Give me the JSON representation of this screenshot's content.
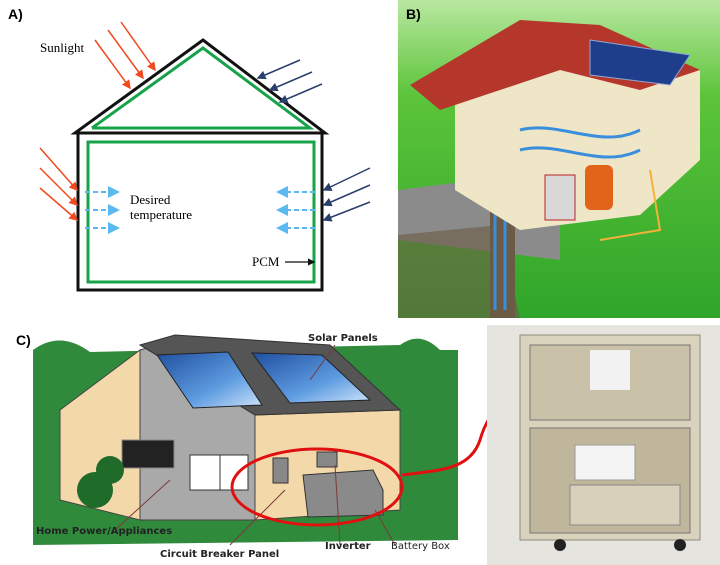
{
  "panels": {
    "a": {
      "tag": "A)",
      "labels": {
        "sunlight": "Sunlight",
        "desired": "Desired",
        "temperature": "temperature",
        "pcm": "PCM"
      },
      "colors": {
        "sun_arrow": "#f04a1e",
        "cold_arrow": "#2a3f6b",
        "pcm_line": "#16a34a",
        "air_arrow": "#5bb8f0"
      }
    },
    "b": {
      "tag": "B)"
    },
    "c": {
      "tag": "C)",
      "labels": {
        "solar_panels": "Solar Panels",
        "home_power": "Home Power/Appliances",
        "circuit_breaker": "Circuit Breaker Panel",
        "inverter": "Inverter",
        "battery_box": "Battery Box"
      },
      "colors": {
        "highlight": "#e01010"
      }
    }
  }
}
